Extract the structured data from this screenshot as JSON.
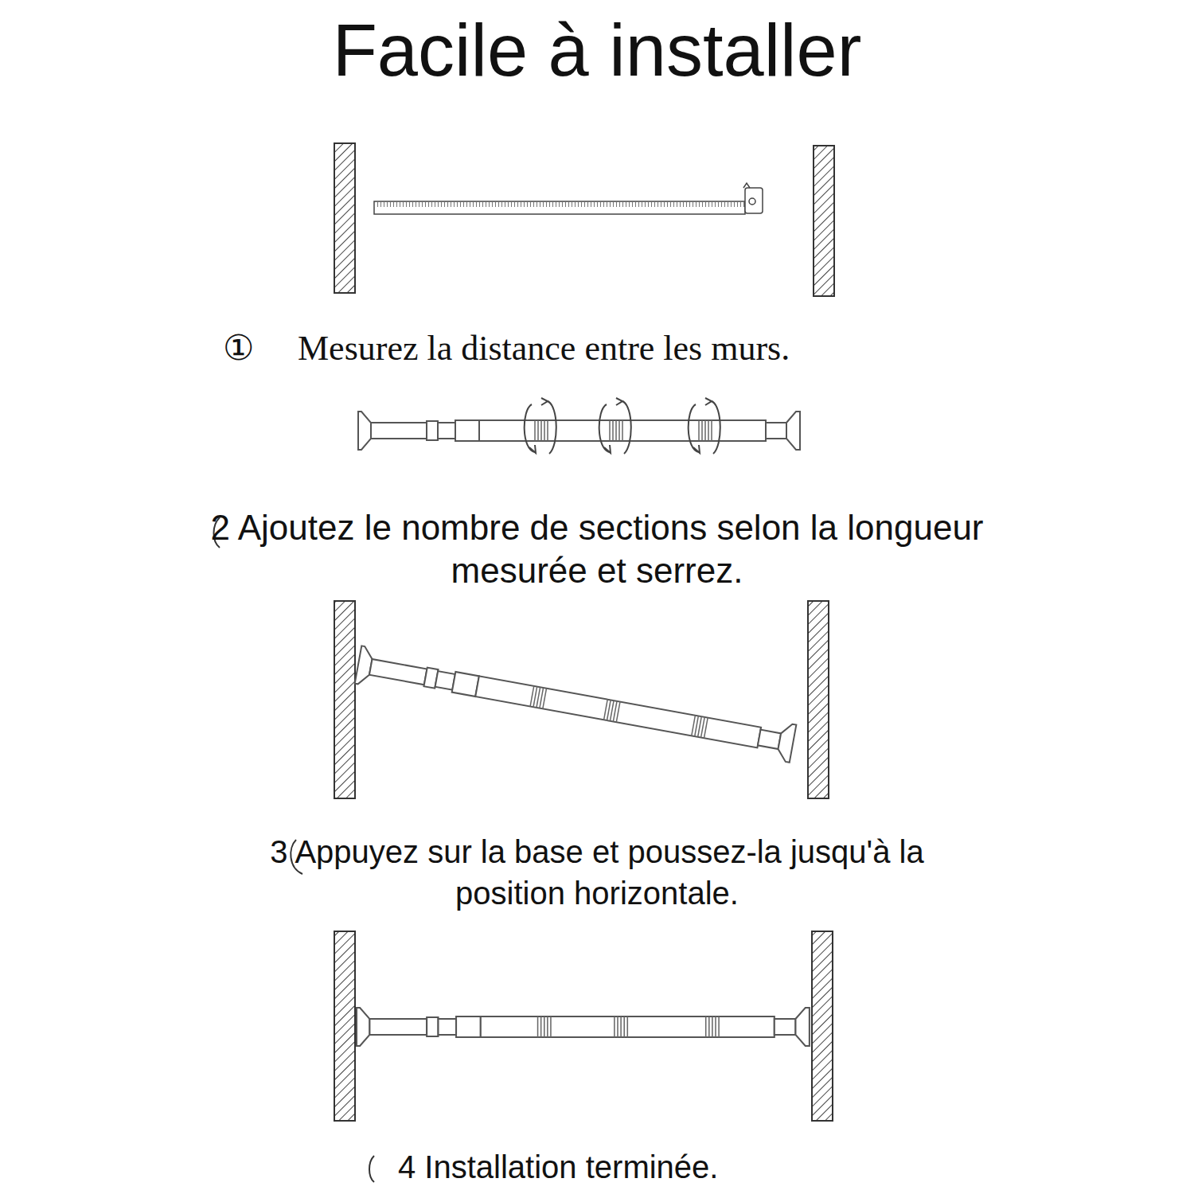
{
  "diagram": {
    "title": "Facile à installer",
    "labels": [
      "①",
      "Mesurez la distance entre les murs.",
      "2 Ajoutez le nombre de sections selon la longueur mesurée et serrez.",
      "3 Appuyez sur la base et poussez-la jusqu'à la position horizontale.",
      "4 Installation terminée."
    ]
  }
}
